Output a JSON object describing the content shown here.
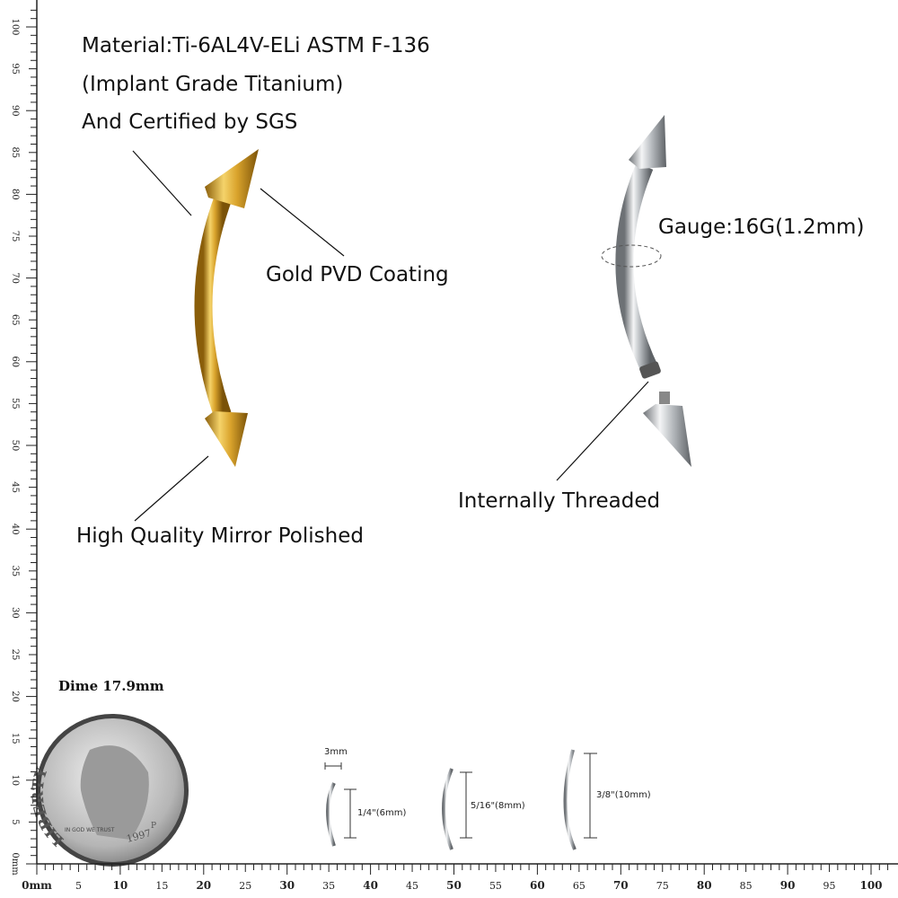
{
  "callouts": {
    "material_line1": "Material:Ti-6AL4V-ELi ASTM F-136",
    "material_line2": "(Implant Grade Titanium)",
    "material_line3": "And Certified by SGS",
    "coating": "Gold PVD Coating",
    "gauge": "Gauge:16G(1.2mm)",
    "threaded": "Internally Threaded",
    "polished": "High Quality Mirror Polished"
  },
  "dime": {
    "label": "Dime 17.9mm",
    "coin_text": [
      "LIBERTY",
      "IN GOD WE TRUST",
      "1997",
      "P"
    ]
  },
  "sizes": {
    "ball": "3mm",
    "items": [
      "1/4\"(6mm)",
      "5/16\"(8mm)",
      "3/8\"(10mm)"
    ]
  },
  "ruler": {
    "unit": "mm",
    "bottom_labels": [
      "0mm",
      "5",
      "10",
      "15",
      "20",
      "25",
      "30",
      "35",
      "40",
      "45",
      "50",
      "55",
      "60",
      "65",
      "70",
      "75",
      "80",
      "85",
      "90",
      "95",
      "100"
    ],
    "left_labels": [
      "0mm",
      "5",
      "10",
      "15",
      "20",
      "25",
      "30",
      "35",
      "40",
      "45",
      "50",
      "55",
      "60",
      "65",
      "70",
      "75",
      "80",
      "85",
      "90",
      "95",
      "100"
    ]
  },
  "colors": {
    "gold": "#d4a22a",
    "silver": "#b8bcc0"
  }
}
